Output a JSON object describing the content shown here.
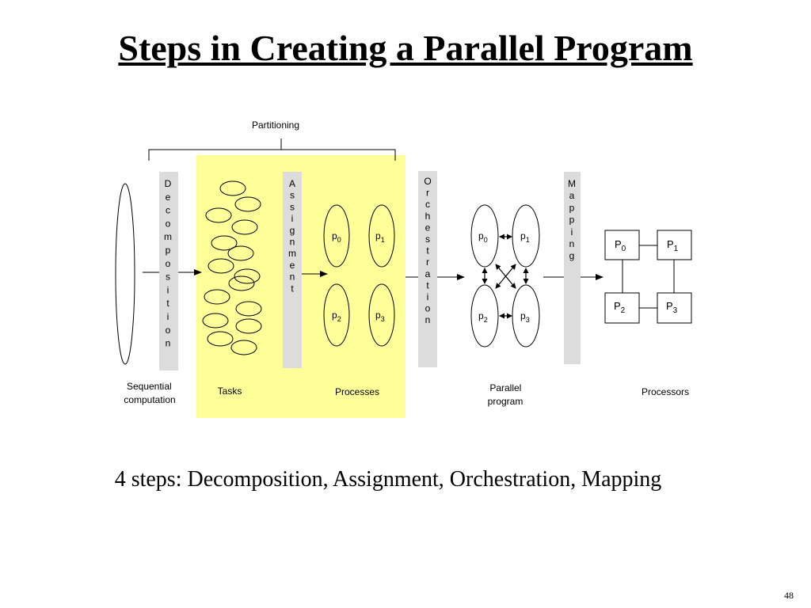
{
  "title": "Steps in Creating a Parallel Program",
  "summary": "4 steps: Decomposition, Assignment, Orchestration, Mapping",
  "page_number": "48",
  "colors": {
    "highlight": "#ffff99",
    "step_bar": "#dcdcdc",
    "stroke": "#000000"
  },
  "diagram": {
    "partitioning_label": "Partitioning",
    "steps": {
      "decomposition": "Decomposition",
      "assignment": "Assignment",
      "orchestration": "Orchestration",
      "mapping": "Mapping"
    },
    "stage_labels": {
      "sequential_line1": "Sequential",
      "sequential_line2": "computation",
      "tasks": "Tasks",
      "processes": "Processes",
      "parallel_line1": "Parallel",
      "parallel_line2": "program",
      "processors": "Processors"
    },
    "process_names": [
      {
        "base": "p",
        "sub": "0"
      },
      {
        "base": "p",
        "sub": "1"
      },
      {
        "base": "p",
        "sub": "2"
      },
      {
        "base": "p",
        "sub": "3"
      }
    ],
    "processor_names": [
      {
        "base": "P",
        "sub": "0"
      },
      {
        "base": "P",
        "sub": "1"
      },
      {
        "base": "P",
        "sub": "2"
      },
      {
        "base": "P",
        "sub": "3"
      }
    ]
  }
}
